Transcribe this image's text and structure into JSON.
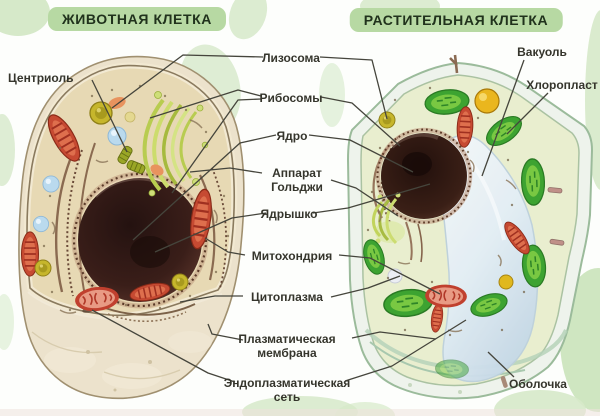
{
  "poster": {
    "headers": {
      "animal": "ЖИВОТНАЯ КЛЕТКА",
      "plant": "РАСТИТЕЛЬНАЯ КЛЕТКА"
    },
    "labels": {
      "centriole": "Центриоль",
      "lysosome": "Лизосома",
      "ribosomes": "Рибосомы",
      "nucleus": "Ядро",
      "golgi": "Аппарат Гольджи",
      "nucleolus": "Ядрышко",
      "mitochondrion": "Митохондрия",
      "cytoplasm": "Цитоплазма",
      "plasma_membrane": "Плазматическая мембрана",
      "endoplasmic_reticulum": "Эндоплазматическая сеть",
      "vacuole": "Вакуоль",
      "chloroplast": "Хлоропласт",
      "cell_wall": "Оболочка"
    },
    "colors": {
      "header_pill": "#b7d9a3",
      "header_text": "#20321c",
      "label_text": "#35352c",
      "leader_line": "#45453c",
      "background_blob": "#d6e9c9",
      "animal_cell_body": "#ece2cc",
      "animal_cytoplasm": "#e7d9b4",
      "plant_wall": "#eef3ec",
      "plant_cytoplasm": "#e9eecf",
      "nucleus_dark": "#2a1512",
      "chloroplast_green": "#3da331",
      "mitochondrion_red": "#c64a32",
      "vacuole_blue": "#d9e6f0"
    }
  }
}
